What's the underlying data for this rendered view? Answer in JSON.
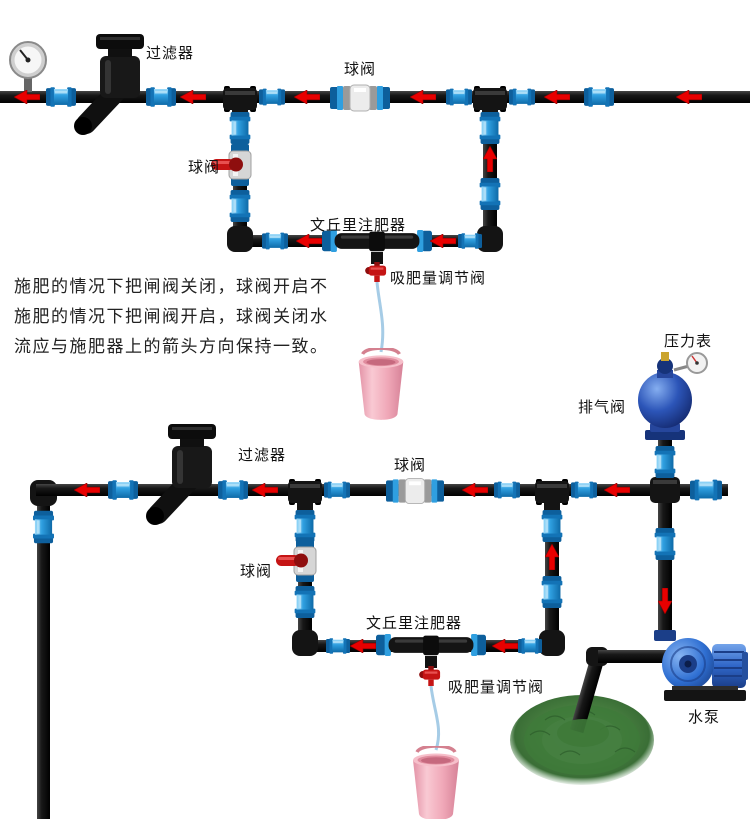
{
  "colors": {
    "pipe_black": "#161616",
    "fitting_blue": "#2f9fe0",
    "fitting_blue_dark": "#0d5f9c",
    "arrow_red": "#e80000",
    "valve_red": "#c51414",
    "bucket_pink": "#f0a8b8",
    "pump_blue": "#2f6fd2",
    "air_valve_blue": "#2c55b8",
    "grass_green": "#467f41"
  },
  "top_diagram": {
    "filter_label": "过滤器",
    "main_ball_valve_label": "球阀",
    "branch_ball_valve_label": "球阀",
    "venturi_label": "文丘里注肥器",
    "suction_valve_label": "吸肥量调节阀"
  },
  "note": {
    "lines": [
      "施肥的情况下把闸阀关闭，球阀开启不",
      "施肥的情况下把闸阀开启，球阀关闭水",
      "流应与施肥器上的箭头方向保持一致。"
    ]
  },
  "bottom_diagram": {
    "pressure_gauge_label": "压力表",
    "air_valve_label": "排气阀",
    "filter_label": "过滤器",
    "main_ball_valve_label": "球阀",
    "branch_ball_valve_label": "球阀",
    "venturi_label": "文丘里注肥器",
    "suction_valve_label": "吸肥量调节阀",
    "pump_label": "水泵"
  }
}
